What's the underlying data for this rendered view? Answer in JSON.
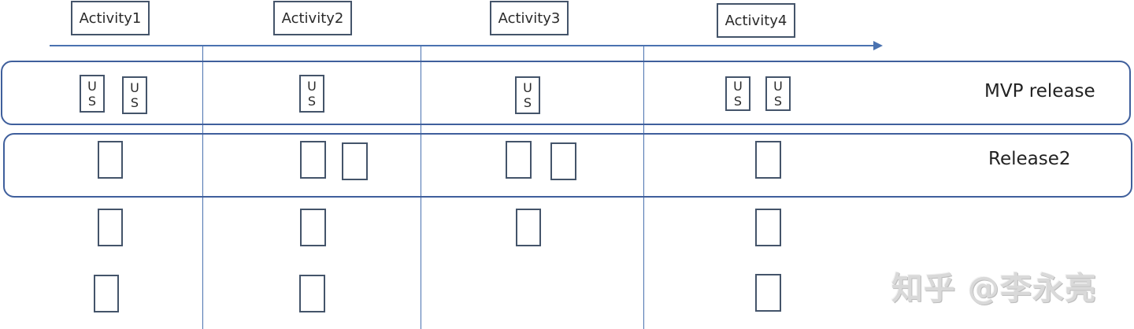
{
  "activities": [
    "Activity1",
    "Activity2",
    "Activity3",
    "Activity4"
  ],
  "releases": {
    "mvp": "MVP release",
    "second": "Release2"
  },
  "user_story": {
    "top": "U",
    "bottom": "S"
  },
  "watermark": "知乎 @李永亮",
  "colors": {
    "line": "#4a72b0",
    "band_border": "#3f5f9c",
    "box_border": "#44546a"
  }
}
